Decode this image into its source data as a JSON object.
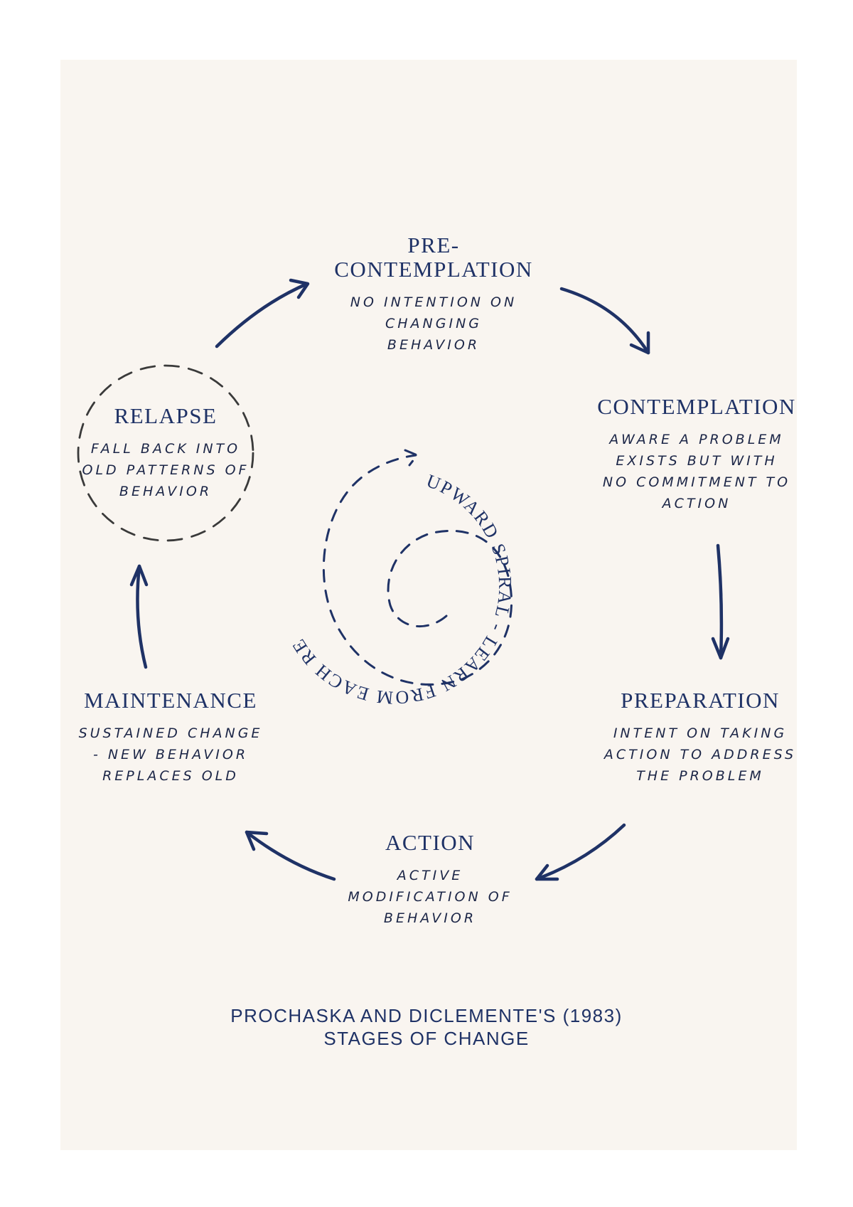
{
  "colors": {
    "background": "#f9f5f0",
    "accent": "#1f3266",
    "dashed": "#3a3a3a"
  },
  "stages": {
    "precontemplation": {
      "title_line1": "PRE-",
      "title_line2": "CONTEMPLATION",
      "desc_line1": "NO INTENTION ON",
      "desc_line2": "CHANGING",
      "desc_line3": "BEHAVIOR"
    },
    "contemplation": {
      "title": "CONTEMPLATION",
      "desc_line1": "AWARE A PROBLEM",
      "desc_line2": "EXISTS BUT WITH",
      "desc_line3": "NO COMMITMENT TO",
      "desc_line4": "ACTION"
    },
    "preparation": {
      "title": "PREPARATION",
      "desc_line1": "INTENT ON TAKING",
      "desc_line2": "ACTION TO ADDRESS",
      "desc_line3": "THE PROBLEM"
    },
    "action": {
      "title": "ACTION",
      "desc_line1": "ACTIVE",
      "desc_line2": "MODIFICATION OF",
      "desc_line3": "BEHAVIOR"
    },
    "maintenance": {
      "title": "MAINTENANCE",
      "desc_line1": "SUSTAINED CHANGE",
      "desc_line2": "- NEW BEHAVIOR",
      "desc_line3": "REPLACES OLD"
    },
    "relapse": {
      "title": "RELAPSE",
      "desc_line1": "FALL BACK INTO",
      "desc_line2": "OLD PATTERNS OF",
      "desc_line3": "BEHAVIOR"
    }
  },
  "spiral": {
    "label": "UPWARD SPIRAL - LEARN FROM EACH RELAPSE"
  },
  "footer": {
    "line1": "PROCHASKA AND DICLEMENTE'S (1983)",
    "line2": "STAGES OF CHANGE"
  }
}
